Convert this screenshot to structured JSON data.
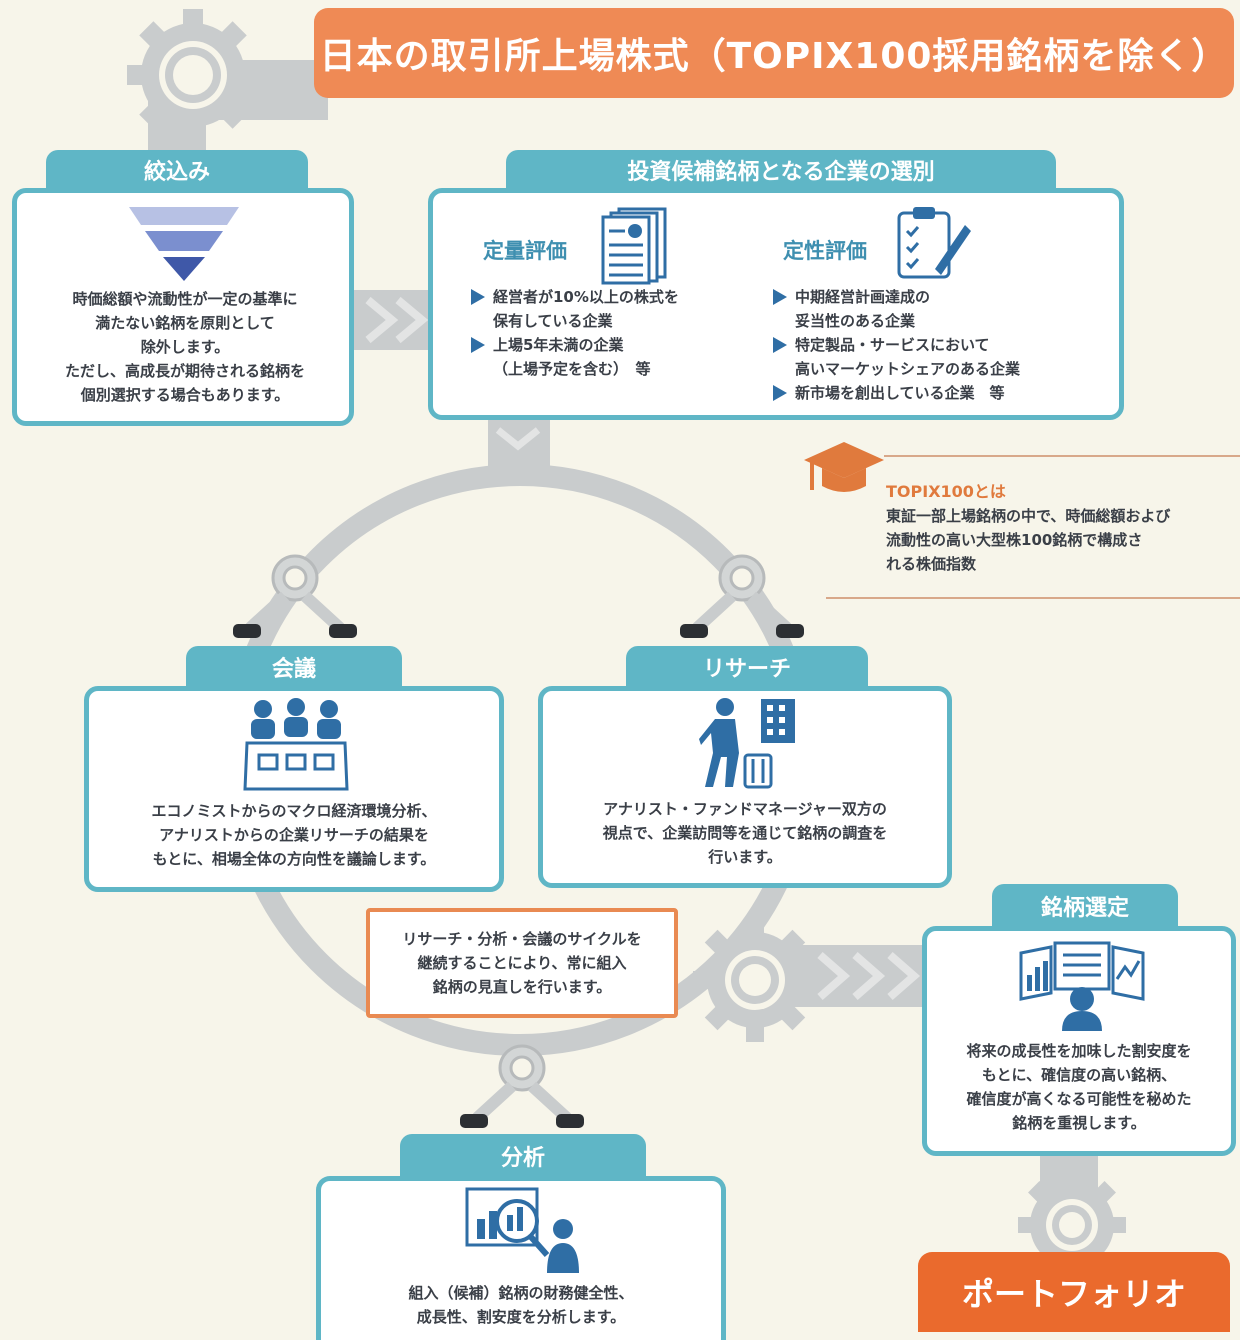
{
  "header": {
    "title": "日本の取引所上場株式（TOPIX100採用銘柄を除く）"
  },
  "screening": {
    "tab": "絞込み",
    "lines": [
      "時価総額や流動性が一定の基準に",
      "満たない銘柄を原則として",
      "除外します。",
      "ただし、高成長が期待される銘柄を",
      "個別選択する場合もあります。"
    ],
    "icon": "funnel-icon"
  },
  "selection": {
    "tab": "投資候補銘柄となる企業の選別",
    "quantitative": {
      "title": "定量評価",
      "icon": "document-stack-icon",
      "items": [
        [
          "経営者が10%以上の株式を",
          "保有している企業"
        ],
        [
          "上場5年未満の企業",
          "（上場予定を含む）　等"
        ]
      ]
    },
    "qualitative": {
      "title": "定性評価",
      "icon": "clipboard-pen-icon",
      "items": [
        [
          "中期経営計画達成の",
          "妥当性のある企業"
        ],
        [
          "特定製品・サービスにおいて",
          "高いマーケットシェアのある企業"
        ],
        [
          "新市場を創出している企業　等"
        ]
      ]
    }
  },
  "note": {
    "icon": "graduation-cap-icon",
    "title": "TOPIX100とは",
    "lines": [
      "東証一部上場銘柄の中で、時価総額および",
      "流動性の高い大型株100銘柄で構成さ",
      "れる株価指数"
    ]
  },
  "meeting": {
    "tab": "会議",
    "icon": "meeting-people-icon",
    "lines": [
      "エコノミストからのマクロ経済環境分析、",
      "アナリストからの企業リサーチの結果を",
      "もとに、相場全体の方向性を議論します。"
    ]
  },
  "research": {
    "tab": "リサーチ",
    "icon": "visitor-building-icon",
    "lines": [
      "アナリスト・ファンドマネージャー双方の",
      "視点で、企業訪問等を通じて銘柄の調査を",
      "行います。"
    ]
  },
  "cycle_note": {
    "lines": [
      "リサーチ・分析・会議のサイクルを",
      "継続することにより、常に組入",
      "銘柄の見直しを行います。"
    ]
  },
  "selection_final": {
    "tab": "銘柄選定",
    "icon": "analyst-charts-icon",
    "lines": [
      "将来の成長性を加味した割安度を",
      "もとに、確信度の高い銘柄、",
      "確信度が高くなる可能性を秘めた",
      "銘柄を重視します。"
    ]
  },
  "analysis": {
    "tab": "分析",
    "icon": "magnifier-chart-icon",
    "lines": [
      "組入（候補）銘柄の財務健全性、",
      "成長性、割安度を分析します。"
    ]
  },
  "portfolio": {
    "label": "ポートフォリオ"
  },
  "colors": {
    "teal": "#5fb6c6",
    "orange": "#ef8a55",
    "portfolio": "#ea6a2d",
    "blue": "#2f6ea5",
    "gray": "#c9cccd"
  }
}
